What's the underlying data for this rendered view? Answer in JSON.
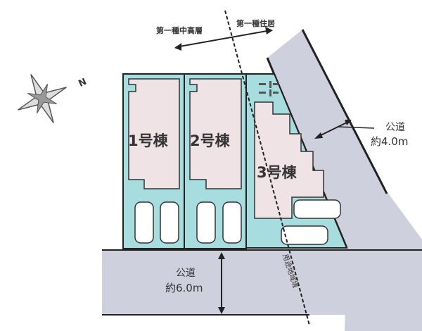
{
  "zones": {
    "left": "第一種中高層",
    "right": "第一種住居",
    "boundary": "用途地域境"
  },
  "buildings": [
    {
      "label": "1号棟"
    },
    {
      "label": "2号棟"
    },
    {
      "label": "3号棟"
    }
  ],
  "roads": [
    {
      "name": "公道",
      "width": "約4.0m"
    },
    {
      "name": "公道",
      "width": "約6.0m"
    }
  ],
  "compass": {
    "label": "N"
  },
  "colors": {
    "lot": "#a8dde0",
    "house": "#efe3e6",
    "road": "#cfd0de",
    "outline": "#222222"
  }
}
